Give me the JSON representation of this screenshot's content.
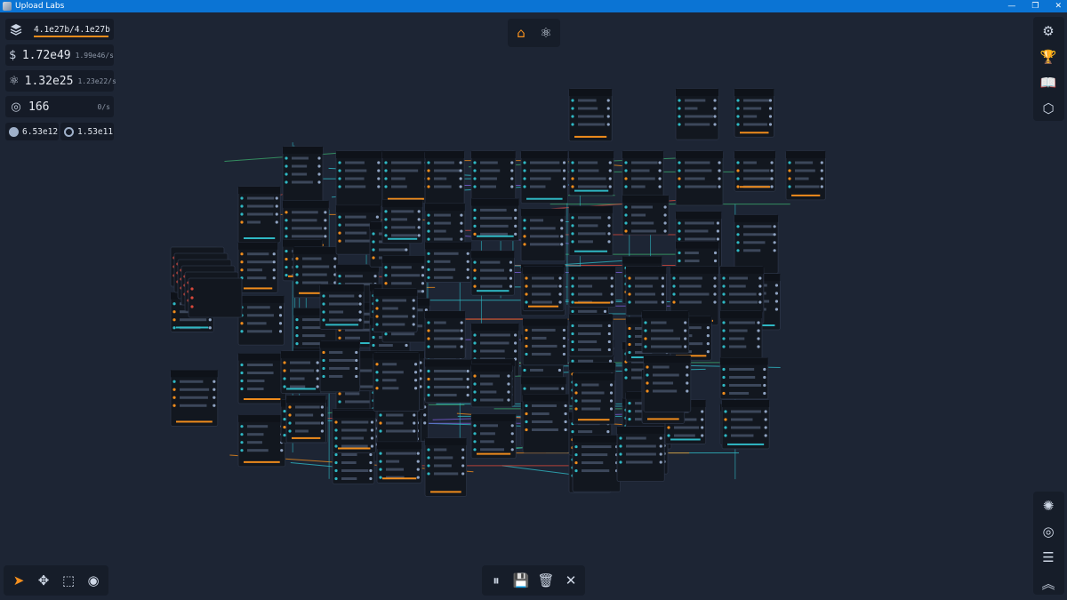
{
  "window": {
    "title": "Upload Labs",
    "minimize": "—",
    "maximize": "❐",
    "close": "✕"
  },
  "resources": {
    "storage": {
      "icon": "layers-icon",
      "value": "4.1e27b/4.1e27b"
    },
    "money": {
      "icon": "dollar-icon",
      "value": "1.72e49",
      "rate": "1.99e46/s"
    },
    "research": {
      "icon": "atom-icon",
      "value": "1.32e25",
      "rate": "1.23e22/s"
    },
    "tokens": {
      "icon": "target-icon",
      "value": "166",
      "rate": "0/s"
    },
    "small_a": {
      "icon": "pie-icon",
      "value": "6.53e12"
    },
    "small_b": {
      "icon": "ring-icon",
      "value": "1.53e11"
    }
  },
  "top_tabs": [
    {
      "name": "home-tab",
      "icon": "home-icon",
      "glyph": "⌂",
      "active": true
    },
    {
      "name": "research-tab",
      "icon": "atom-icon",
      "glyph": "⚛",
      "active": false
    }
  ],
  "right_menu_top": [
    {
      "name": "settings-button",
      "icon": "gear-icon",
      "glyph": "⚙"
    },
    {
      "name": "achievements-button",
      "icon": "trophy-icon",
      "glyph": "🏆"
    },
    {
      "name": "guide-button",
      "icon": "book-icon",
      "glyph": "📖"
    },
    {
      "name": "hex-button",
      "icon": "hexagon-icon",
      "glyph": "⬡"
    }
  ],
  "right_menu_bottom": [
    {
      "name": "virus-button",
      "icon": "virus-icon",
      "glyph": "✺"
    },
    {
      "name": "target-button",
      "icon": "target-icon",
      "glyph": "◎"
    },
    {
      "name": "storage-menu-button",
      "icon": "database-icon",
      "glyph": "☰"
    },
    {
      "name": "upgrade-button",
      "icon": "chevrons-up-icon",
      "glyph": "︽"
    }
  ],
  "tools": [
    {
      "name": "select-tool",
      "icon": "cursor-icon",
      "glyph": "➤",
      "active": true
    },
    {
      "name": "move-tool",
      "icon": "move-icon",
      "glyph": "✥",
      "active": false
    },
    {
      "name": "box-select-tool",
      "icon": "marquee-icon",
      "glyph": "⬚",
      "active": false
    },
    {
      "name": "target-tool",
      "icon": "target-icon",
      "glyph": "◉",
      "active": false
    }
  ],
  "actions": [
    {
      "name": "pause-button",
      "icon": "pause-icon",
      "glyph": "⏸"
    },
    {
      "name": "save-button",
      "icon": "save-icon",
      "glyph": "💾"
    },
    {
      "name": "delete-button",
      "icon": "trash-icon",
      "glyph": "🗑"
    },
    {
      "name": "close-button",
      "icon": "close-icon",
      "glyph": "✕"
    }
  ],
  "colors": {
    "accent": "#f5901e",
    "background": "#1d2534",
    "panel": "#161d29",
    "wire_cyan": "#2fb8c4",
    "wire_orange": "#f08c1c",
    "wire_red": "#d9483b"
  }
}
